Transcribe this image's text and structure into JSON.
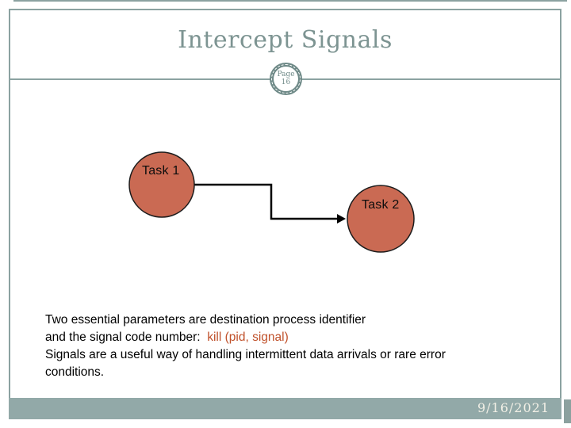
{
  "slide": {
    "title": "Intercept Signals",
    "page_badge": {
      "label": "Page",
      "number": "16"
    },
    "diagram": {
      "task1_label": "Task 1",
      "task2_label": "Task 2"
    },
    "body": {
      "line1": "Two essential parameters are destination process identifier",
      "line2_prefix": "and the signal code number:  ",
      "line2_code": "kill (pid, signal)",
      "line3": "Signals are a useful way of handling intermittent data arrivals or rare error",
      "line4": "conditions."
    },
    "footer": {
      "date": "9/16/2021"
    },
    "colors": {
      "frame_teal": "#8ba2a1",
      "title_teal": "#7d9492",
      "footer_bar_teal": "#92a9a8",
      "task_circle_fill": "#ca6a53",
      "code_orange": "#c0512b"
    }
  }
}
